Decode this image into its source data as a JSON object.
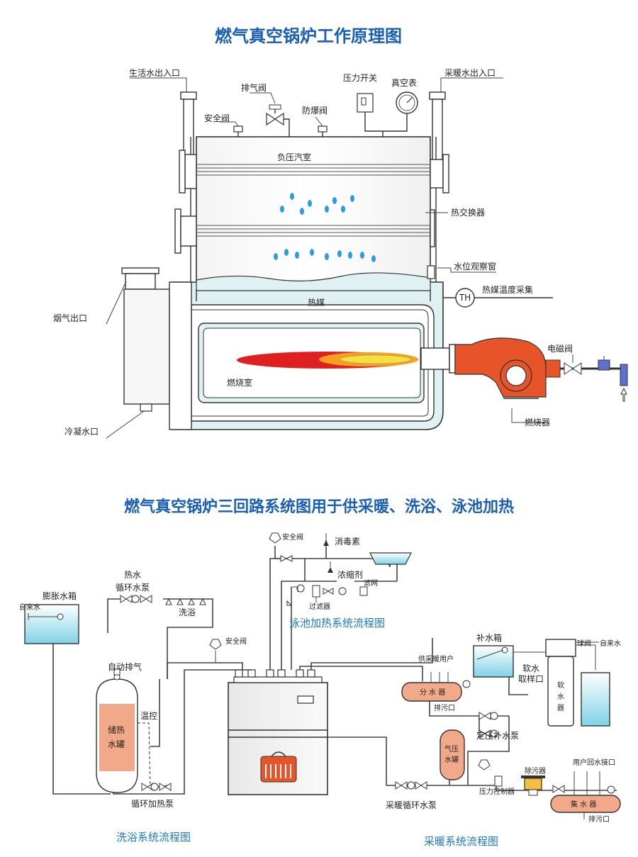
{
  "diagram1": {
    "title": "燃气真空锅炉工作原理图",
    "labels": {
      "domestic_water": "生活水出入口",
      "heating_water": "采暖水出入口",
      "exhaust_valve": "排气阀",
      "pressure_switch": "压力开关",
      "vacuum_gauge": "真空表",
      "safety_valve": "安全阀",
      "explosion_valve": "防爆阀",
      "vacuum_chamber": "负压汽室",
      "heat_exchanger": "热交换器",
      "level_window": "水位观察窗",
      "media_temp": "热媒温度采集",
      "th": "TH",
      "heat_medium": "热媒",
      "flue_outlet": "烟气出口",
      "solenoid_valve": "电磁阀",
      "combustion_chamber": "燃烧室",
      "condensate": "冷凝水口",
      "burner": "燃烧器"
    }
  },
  "diagram2": {
    "title": "燃气真空锅炉三回路系统图用于供采暖、洗浴、泳池加热",
    "labels": {
      "safety_valve_top": "安全阀",
      "disinfectant": "消毒素",
      "concentrate": "浓缩剂",
      "strainer": "滤网",
      "filter": "过滤器",
      "pool_flow": "泳池加热系统流程图",
      "hot_water": "热水",
      "circ_pump_hot": "循环水泵",
      "bath": "洗浴",
      "expansion_tank": "膨胀水箱",
      "tap_water_left": "自来水",
      "auto_vent": "自动排气",
      "safety_valve_mid": "安全阀",
      "storage_tank_1": "储热",
      "storage_tank_2": "水罐",
      "temp_control": "温控",
      "circ_heat_pump": "循环加热泵",
      "bath_flow": "洗浴系统流程图",
      "heating_users": "供采暖用户",
      "distributor": "分 水 器",
      "drain_1": "排污口",
      "makeup_tank": "补水箱",
      "ball_valve": "球阀",
      "tap_water_right": "自来水",
      "soft_water_1": "软水",
      "soft_water_2": "取样口",
      "softener_1": "软",
      "softener_2": "水",
      "softener_3": "器",
      "makeup_pump": "定压补水泵",
      "air_tank_1": "气压",
      "air_tank_2": "水罐",
      "decontaminator": "除污器",
      "user_return": "用户回水接口",
      "pressure_ctrl": "压力控制器",
      "collector": "集 水 器",
      "drain_2": "排污口",
      "heat_circ_pump": "采暖循环水泵",
      "heating_flow": "采暖系统流程图"
    }
  },
  "colors": {
    "title_blue": "#1a5fb4",
    "accent_blue": "#1a78c2",
    "water_light": "#dff1f2",
    "tank_salmon": "#f2a98a",
    "burner_orange": "#e8542a",
    "flame_red": "#e02020",
    "flame_yellow": "#f5d20a"
  }
}
